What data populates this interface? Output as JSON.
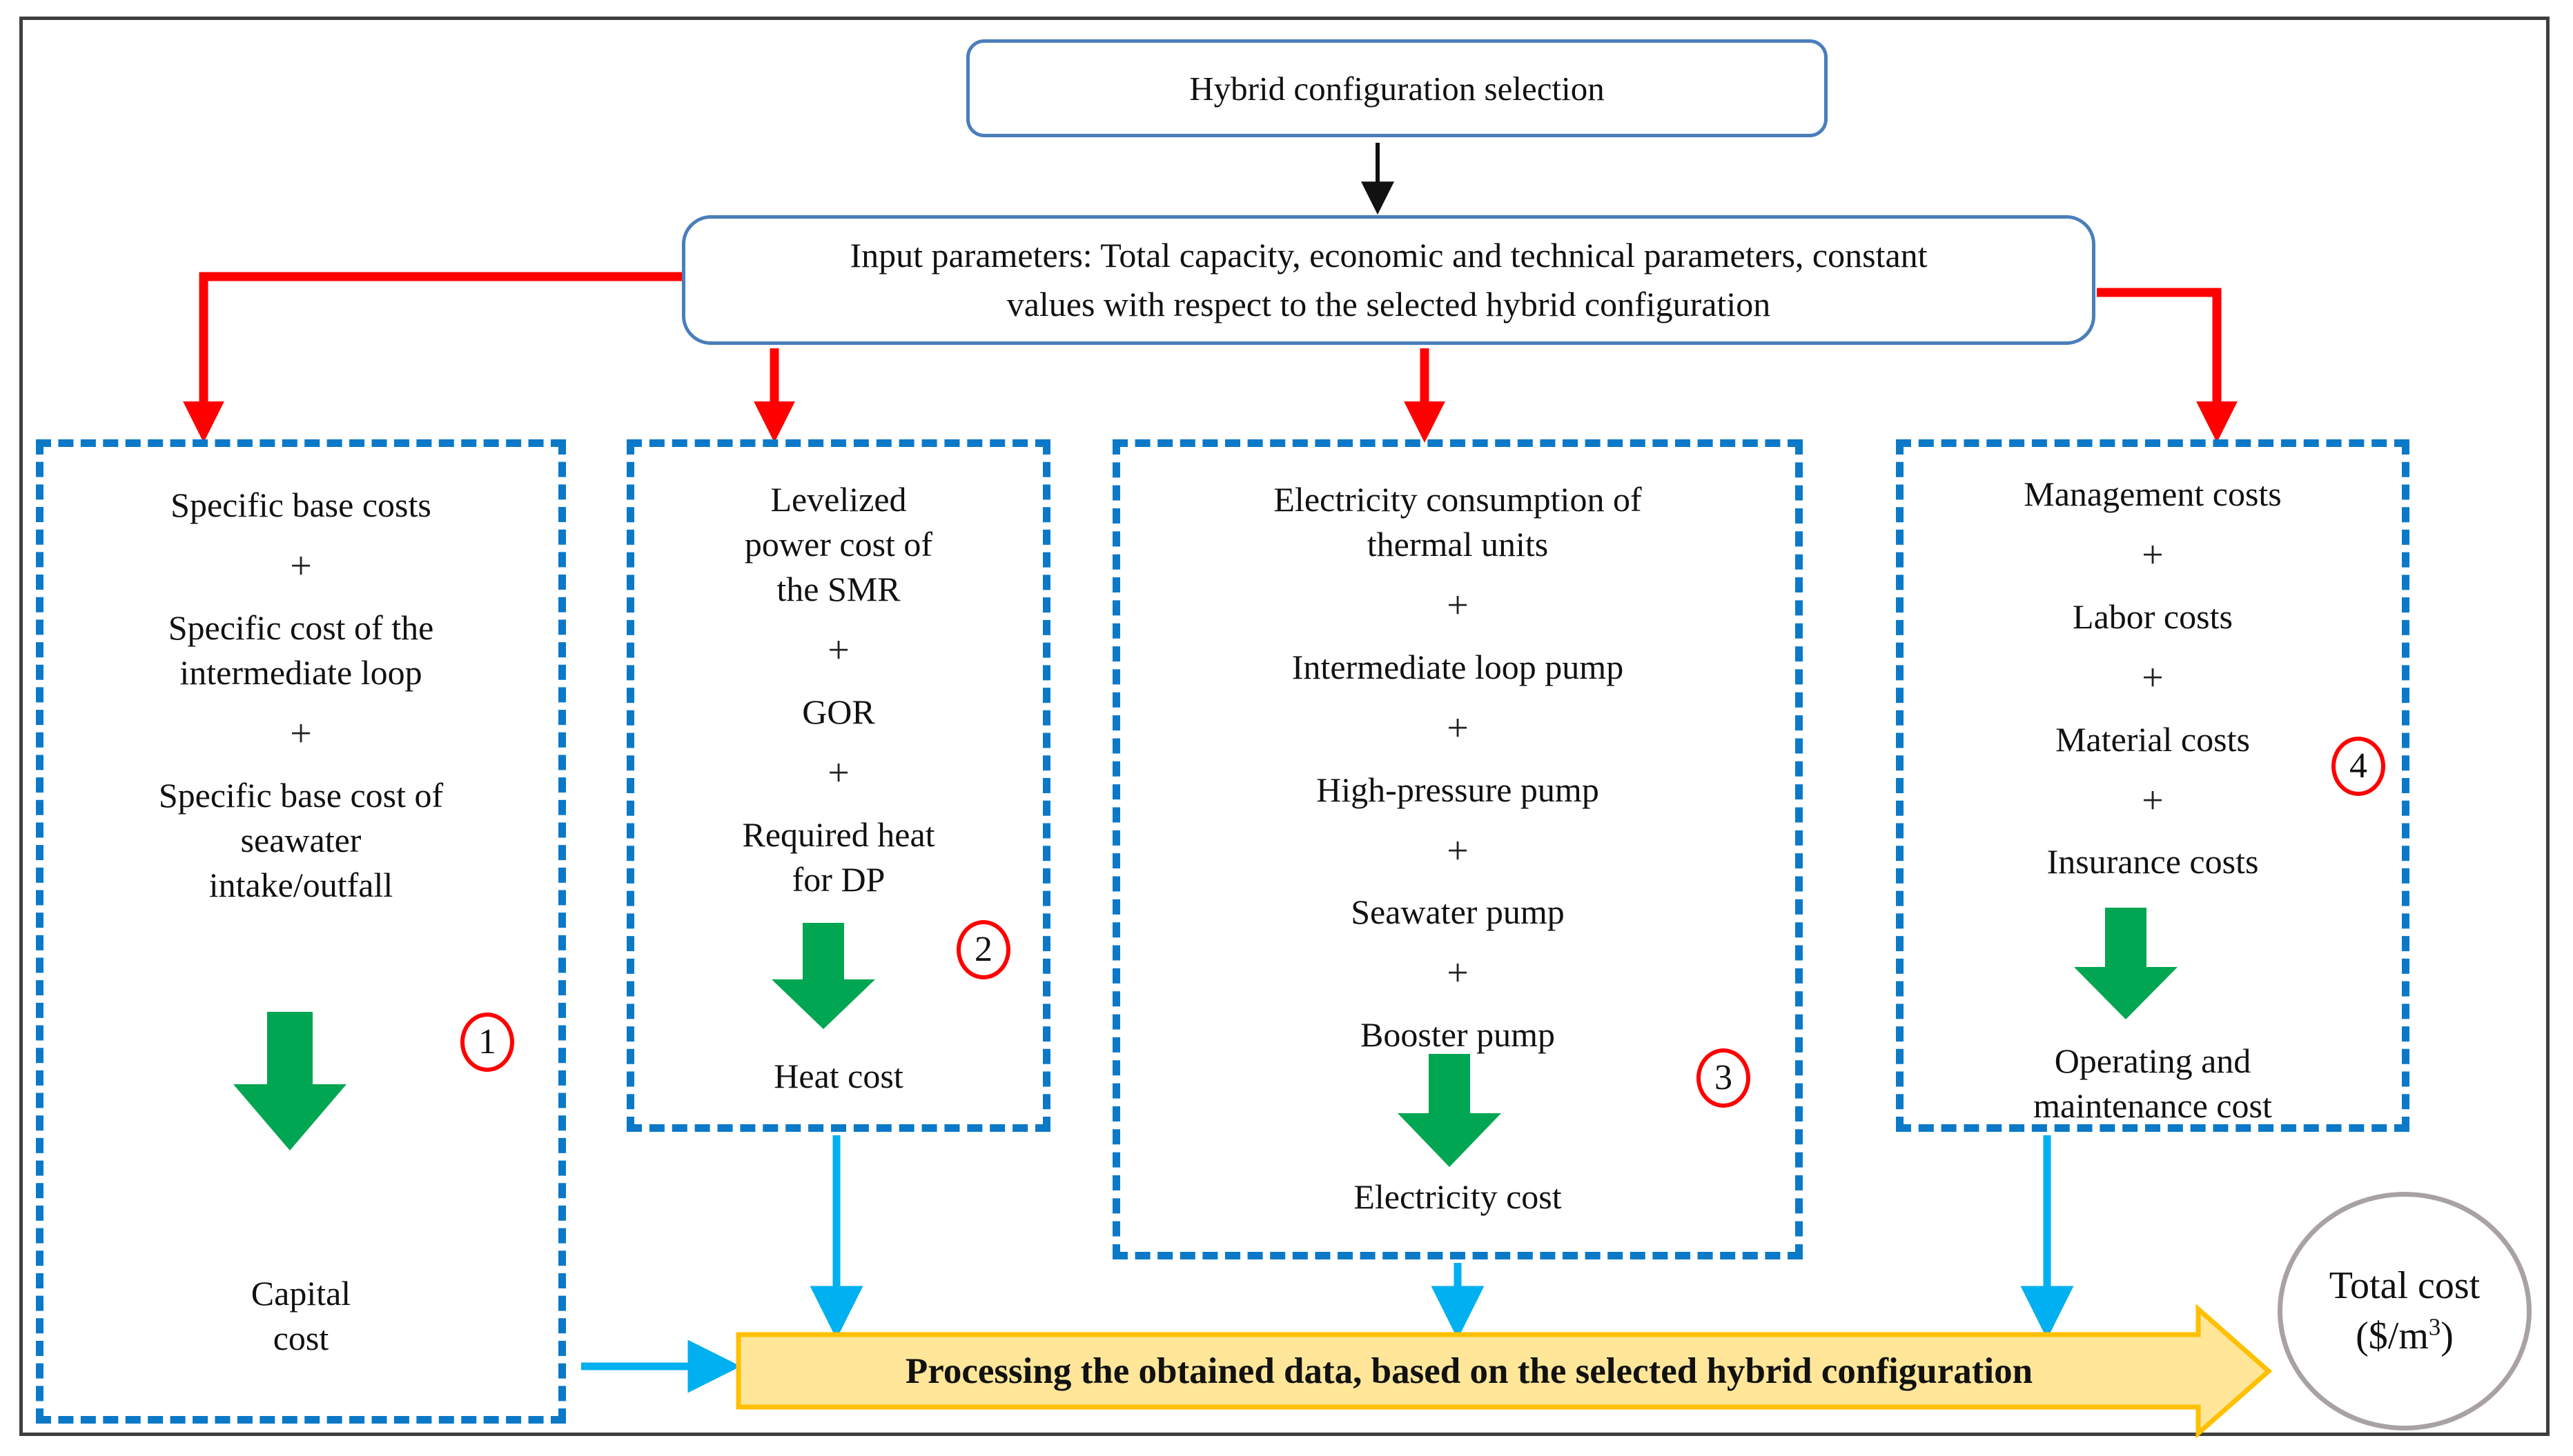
{
  "palette": {
    "dashed_border_blue": "#0B79C8",
    "solid_border_blue": "#4A7EBB",
    "red_arrow": "#FF0000",
    "green_arrow": "#00A651",
    "cyan_arrow": "#00B0F0",
    "banner_fill": "#FFE699",
    "banner_border": "#FFC000",
    "total_circle_gray": "#A8A2A2",
    "text": "#111111"
  },
  "plus": "+",
  "top_box": {
    "label": "Hybrid configuration selection"
  },
  "input_box": {
    "label": "Input parameters: Total capacity, economic and technical parameters, constant\nvalues with respect to the selected hybrid configuration"
  },
  "branches": [
    {
      "number": "1",
      "items": [
        "Specific base costs",
        "Specific cost of the\nintermediate loop",
        "Specific base cost of\nseawater\nintake/outfall"
      ],
      "result": "Capital\ncost"
    },
    {
      "number": "2",
      "items": [
        "Levelized\npower cost of\nthe SMR",
        "GOR",
        "Required heat\nfor DP"
      ],
      "result": "Heat cost"
    },
    {
      "number": "3",
      "items": [
        "Electricity consumption of\nthermal units",
        "Intermediate loop pump",
        "High-pressure pump",
        "Seawater pump",
        "Booster pump"
      ],
      "result": "Electricity cost"
    },
    {
      "number": "4",
      "items": [
        "Management costs",
        "Labor costs",
        "Material costs",
        "Insurance costs"
      ],
      "result": "Operating and\nmaintenance cost"
    }
  ],
  "banner": {
    "label": "Processing the obtained data, based on the selected hybrid configuration"
  },
  "total": {
    "line1": "Total cost",
    "unit_prefix": "($/m",
    "unit_sup": "3",
    "unit_suffix": ")"
  }
}
